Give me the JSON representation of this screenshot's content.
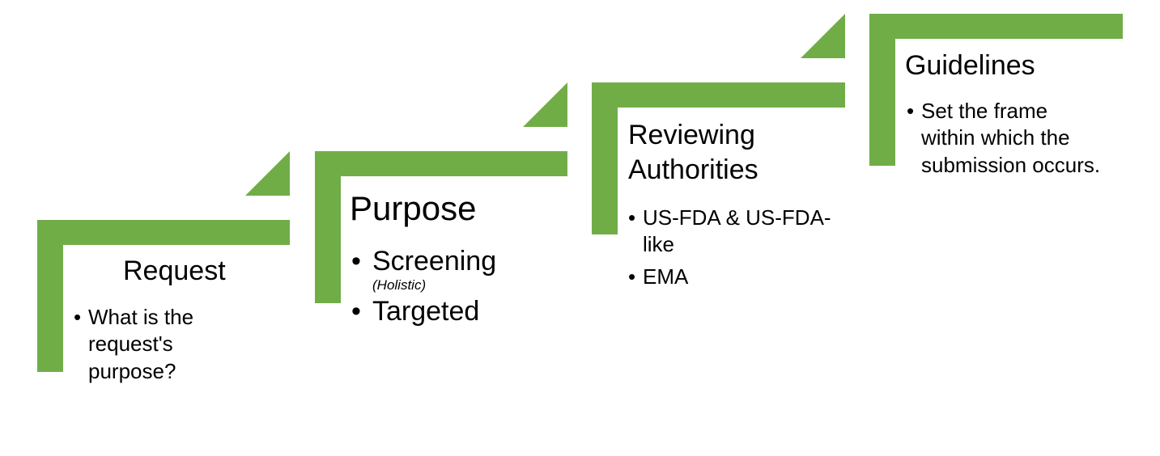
{
  "colors": {
    "accent": "#70ad47",
    "text": "#000000"
  },
  "steps": [
    {
      "title": "Request",
      "bullets": [
        {
          "text": "What is the request's purpose?"
        }
      ]
    },
    {
      "title": "Purpose",
      "bullets": [
        {
          "text": "Screening",
          "sub": "(Holistic)"
        },
        {
          "text": "Targeted"
        }
      ]
    },
    {
      "title": "Reviewing Authorities",
      "bullets": [
        {
          "text": "US-FDA & US-FDA-like"
        },
        {
          "text": "EMA"
        }
      ]
    },
    {
      "title": "Guidelines",
      "bullets": [
        {
          "text": "Set the frame within which the submission occurs."
        }
      ]
    }
  ]
}
